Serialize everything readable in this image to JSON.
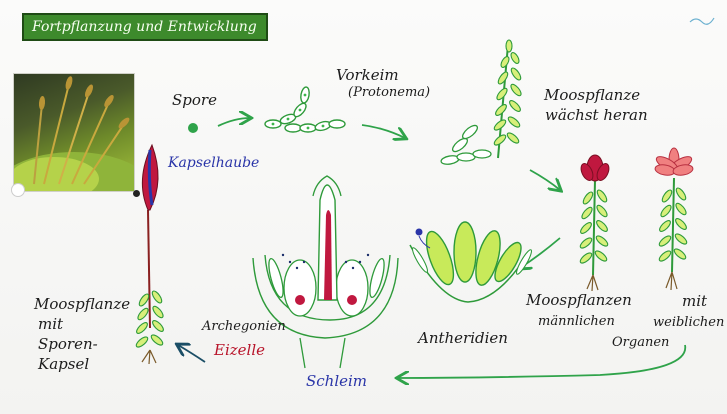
{
  "title": "Fortpflanzung und Entwicklung",
  "labels": {
    "spore": "Spore",
    "vorkeim": "Vorkeim",
    "protonema": "(Protonema)",
    "moospflanze_waechst_1": "Moospflanze",
    "moospflanze_waechst_2": "wächst heran",
    "kapselhaube": "Kapselhaube",
    "moospflanzen_1": "Moospflanzen",
    "moospflanzen_2": "männlichen",
    "mit": "mit",
    "weiblichen": "weiblichen",
    "organen": "Organen",
    "antheridien": "Antheridien",
    "archegonien": "Archegonien",
    "eizelle": "Eizelle",
    "schleim": "Schleim",
    "moospflanze_kapsel_1": "Moospflanze",
    "moospflanze_kapsel_2": "mit",
    "moospflanze_kapsel_3": "Sporen-",
    "moospflanze_kapsel_4": "Kapsel"
  },
  "colors": {
    "title_bg": "#3d8a2c",
    "arrow": "#2fa34a",
    "outline_green": "#2e9a3a",
    "leaf_fill": "#d8ef7a",
    "red": "#b8142a",
    "blue": "#2a35a8",
    "pink": "#e23a66"
  }
}
